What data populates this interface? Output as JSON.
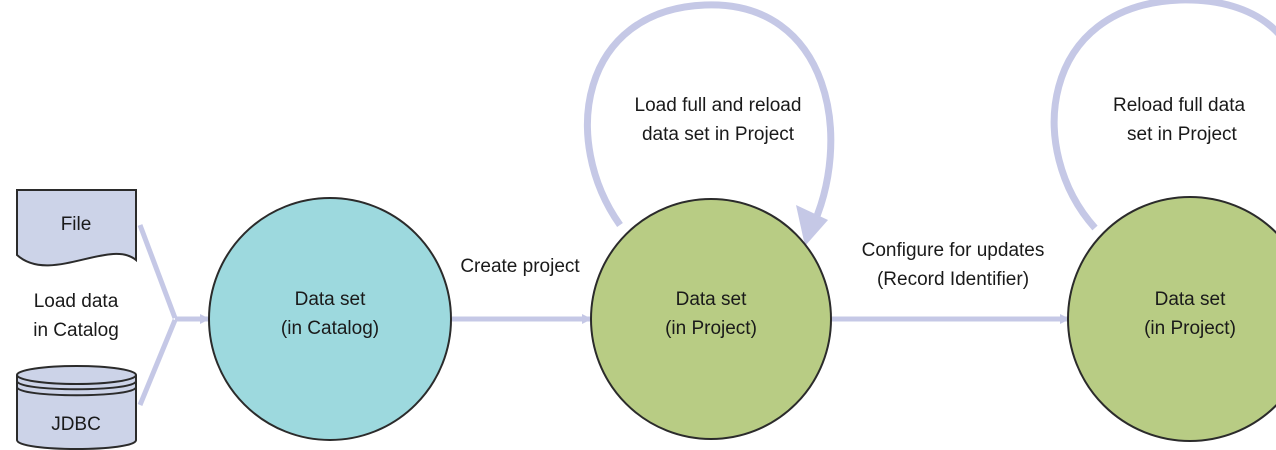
{
  "sources": {
    "file_label": "File",
    "jdbc_label": "JDBC",
    "load_label_line1": "Load data",
    "load_label_line2": "in Catalog"
  },
  "nodes": {
    "catalog": {
      "line1": "Data set",
      "line2": "(in Catalog)"
    },
    "project1": {
      "line1": "Data set",
      "line2": "(in Project)"
    },
    "project2": {
      "line1": "Data set",
      "line2": "(in Project)"
    }
  },
  "edges": {
    "create_project": "Create project",
    "configure_line1": "Configure for updates",
    "configure_line2": "(Record Identifier)"
  },
  "loops": {
    "loop1_line1": "Load full and reload",
    "loop1_line2": "data set in Project",
    "loop2_line1": "Reload full data",
    "loop2_line2": "set in Project"
  },
  "colors": {
    "catalog_fill": "#9dd9de",
    "project_fill": "#b8cc84",
    "node_stroke": "#2b2b2b",
    "arrow": "#c5c8e6",
    "doc_fill": "#ccd3e8"
  }
}
